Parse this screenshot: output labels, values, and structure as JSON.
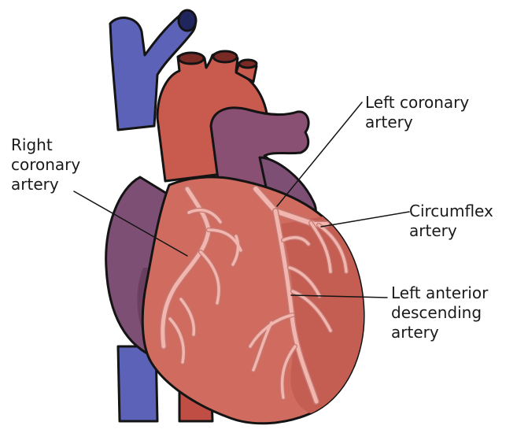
{
  "labels": {
    "right_coronary": {
      "lines": [
        "Right",
        "coronary",
        "artery"
      ]
    },
    "left_coronary": {
      "lines": [
        "Left coronary",
        "artery"
      ]
    },
    "circumflex": {
      "lines": [
        "Circumflex",
        "artery"
      ]
    },
    "lad": {
      "lines": [
        "Left anterior",
        "descending",
        "artery"
      ]
    }
  },
  "colors": {
    "vena_cava": "#5b62b8",
    "vena_cava_dark": "#3f4592",
    "aorta": "#c85a4e",
    "aorta_dark": "#a2443b",
    "pulmonary": "#8a5073",
    "pulmonary_dark": "#6b3b59",
    "atrium": "#7e4f74",
    "ventricle": "#cf6b5f",
    "ventricle_light": "#d9827a",
    "artery": "#f3b6ae",
    "artery_edge": "#c47a74",
    "outline": "#141414",
    "leader": "#141414"
  }
}
